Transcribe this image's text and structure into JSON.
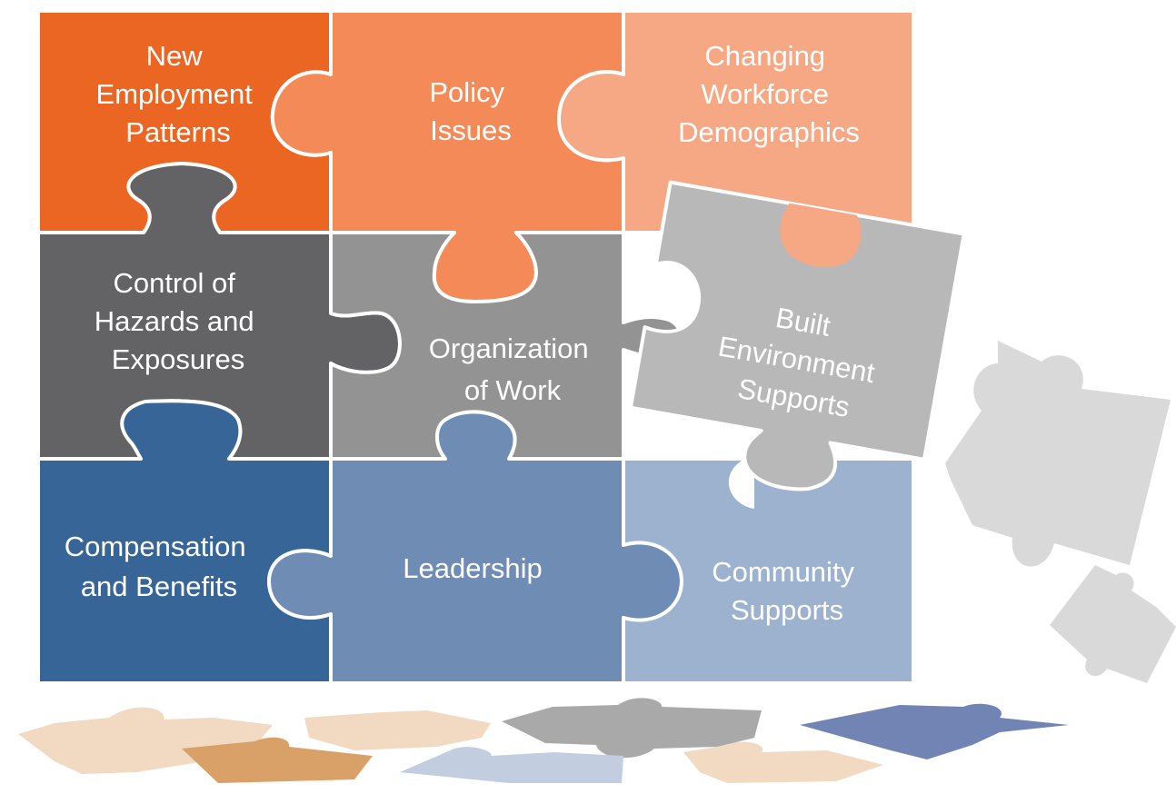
{
  "pieces": {
    "new_employment_patterns": {
      "lines": [
        "New",
        "Employment",
        "Patterns"
      ],
      "color": "#EB6523"
    },
    "policy_issues": {
      "lines": [
        "Policy",
        "Issues"
      ],
      "color": "#F48A58"
    },
    "changing_workforce_demographics": {
      "lines": [
        "Changing",
        "Workforce",
        "Demographics"
      ],
      "color": "#F6A885"
    },
    "control_of_hazards": {
      "lines": [
        "Control of",
        "Hazards and",
        "Exposures"
      ],
      "color": "#636366"
    },
    "organization_of_work": {
      "lines": [
        "Organization",
        "of Work"
      ],
      "color": "#939393"
    },
    "built_environment_supports": {
      "lines": [
        "Built",
        "Environment",
        "Supports"
      ],
      "color": "#B8B8B8"
    },
    "compensation_and_benefits": {
      "lines": [
        "Compensation",
        "and Benefits"
      ],
      "color": "#386598"
    },
    "leadership": {
      "lines": [
        "Leadership"
      ],
      "color": "#6F8CB4"
    },
    "community_supports": {
      "lines": [
        "Community",
        "Supports"
      ],
      "color": "#9CB2CE"
    }
  },
  "scattered_piece_colors": {
    "light_gray": "#D9D9D9",
    "peach": "#F1D9C2",
    "tan": "#D9A068",
    "gray": "#A9A9A9",
    "navy": "#7284B4",
    "pale_blue": "#C2CEDF"
  }
}
